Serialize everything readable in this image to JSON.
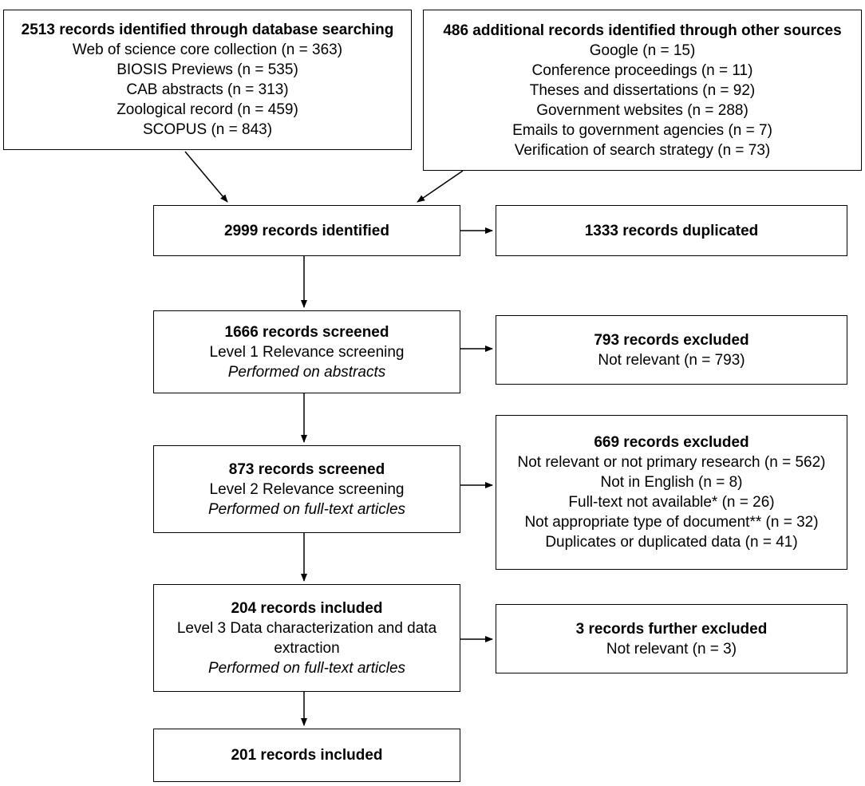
{
  "db_search": {
    "title": "2513 records identified through database searching",
    "lines": [
      "Web of science core collection (n = 363)",
      "BIOSIS Previews (n = 535)",
      "CAB abstracts (n = 313)",
      "Zoological record (n = 459)",
      "SCOPUS (n = 843)"
    ]
  },
  "other_sources": {
    "title": "486 additional records identified through other sources",
    "lines": [
      "Google (n = 15)",
      "Conference proceedings (n = 11)",
      "Theses and dissertations (n = 92)",
      "Government websites (n = 288)",
      "Emails to government agencies (n = 7)",
      "Verification of search strategy (n = 73)"
    ]
  },
  "identified": {
    "title": "2999 records identified"
  },
  "duplicated": {
    "title": "1333 records duplicated"
  },
  "screen1": {
    "title": "1666 records screened",
    "line": "Level 1 Relevance screening",
    "note": "Performed on abstracts"
  },
  "excluded1": {
    "title": "793 records excluded",
    "line": "Not relevant (n = 793)"
  },
  "screen2": {
    "title": "873 records screened",
    "line": "Level 2 Relevance screening",
    "note": "Performed on full-text articles"
  },
  "excluded2": {
    "title": "669 records excluded",
    "lines": [
      "Not relevant or not primary research (n = 562)",
      "Not in English (n = 8)",
      "Full-text not available* (n = 26)",
      "Not appropriate type of document** (n = 32)",
      "Duplicates or duplicated data (n = 41)"
    ]
  },
  "included1": {
    "title": "204 records included",
    "line": "Level 3 Data characterization and data extraction",
    "note": "Performed on full-text articles"
  },
  "excluded3": {
    "title": "3 records further excluded",
    "line": "Not relevant (n = 3)"
  },
  "final": {
    "title": "201 records included"
  }
}
